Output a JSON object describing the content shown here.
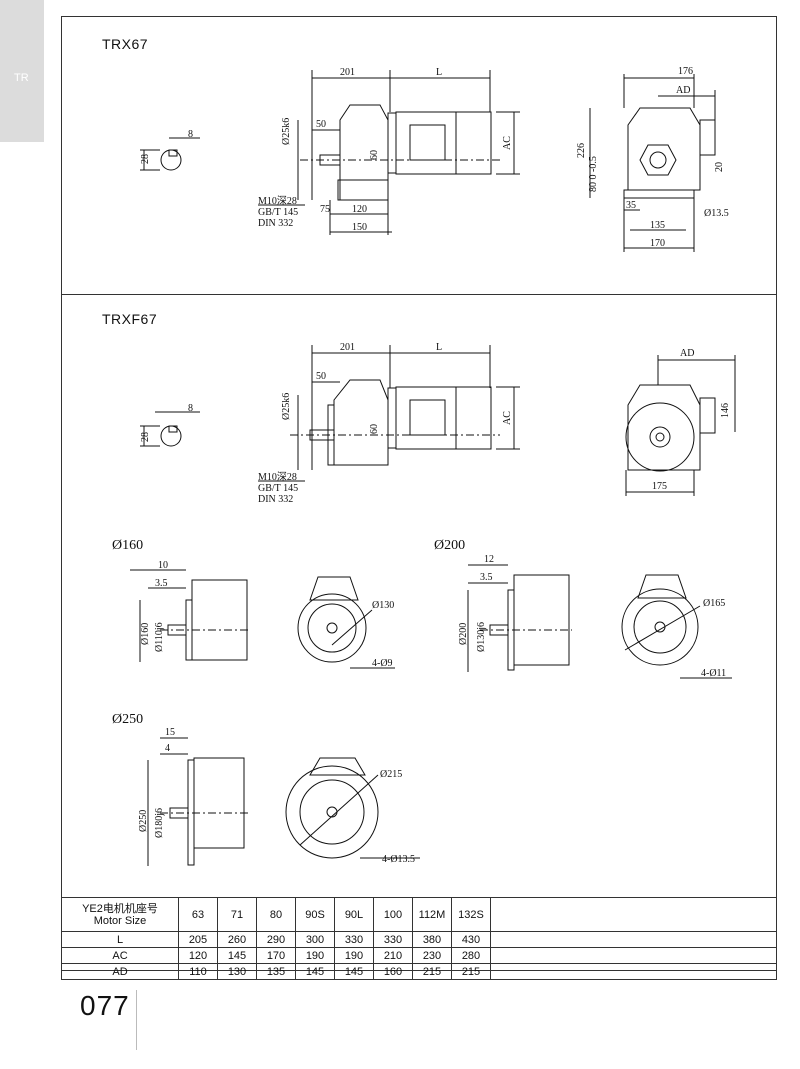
{
  "side_tab": {
    "label": "TR"
  },
  "sections": {
    "trx67": {
      "title": "TRX67",
      "shaft_key": {
        "width": "8",
        "height": "28"
      },
      "side_view": {
        "len_201": "201",
        "len_L": "L",
        "shoulder": "50",
        "dia": "Ø25k6",
        "center": "60",
        "ac": "AC",
        "base_75": "75",
        "base_120": "120",
        "base_150": "150",
        "thread": "M10深28",
        "std1": "GB/T 145",
        "std2": "DIN 332"
      },
      "end_view": {
        "width_176": "176",
        "ad": "AD",
        "height_226": "226",
        "tol": "80 0 -0.5",
        "dim_20": "20",
        "dim_35": "35",
        "dim_135": "135",
        "dim_170": "170",
        "hole": "Ø13.5"
      }
    },
    "trxf67": {
      "title": "TRXF67",
      "shaft_key": {
        "width": "8",
        "height": "28"
      },
      "side_view": {
        "len_201": "201",
        "len_L": "L",
        "shoulder": "50",
        "dia": "Ø25k6",
        "center": "60",
        "ac": "AC",
        "thread": "M10深28",
        "std1": "GB/T 145",
        "std2": "DIN 332"
      },
      "end_view": {
        "ad": "AD",
        "dim_146": "146",
        "dim_175": "175"
      }
    }
  },
  "flanges": [
    {
      "title": "Ø160",
      "d1": "10",
      "d2": "3.5",
      "outer": "Ø160",
      "spigot": "Ø110j6",
      "pcd": "Ø130",
      "holes": "4-Ø9"
    },
    {
      "title": "Ø200",
      "d1": "12",
      "d2": "3.5",
      "outer": "Ø200",
      "spigot": "Ø130j6",
      "pcd": "Ø165",
      "holes": "4-Ø11"
    },
    {
      "title": "Ø250",
      "d1": "15",
      "d2": "4",
      "outer": "Ø250",
      "spigot": "Ø180j6",
      "pcd": "Ø215",
      "holes": "4-Ø13.5"
    }
  ],
  "table": {
    "header_line1": "YE2电机机座号",
    "header_line2": "Motor Size",
    "sizes": [
      "63",
      "71",
      "80",
      "90S",
      "90L",
      "100",
      "112M",
      "132S"
    ],
    "rows": [
      {
        "label": "L",
        "values": [
          "205",
          "260",
          "290",
          "300",
          "330",
          "330",
          "380",
          "430"
        ]
      },
      {
        "label": "AC",
        "values": [
          "120",
          "145",
          "170",
          "190",
          "190",
          "210",
          "230",
          "280"
        ]
      },
      {
        "label": "AD",
        "values": [
          "110",
          "130",
          "135",
          "145",
          "145",
          "160",
          "215",
          "215"
        ]
      }
    ]
  },
  "page_number": "077"
}
